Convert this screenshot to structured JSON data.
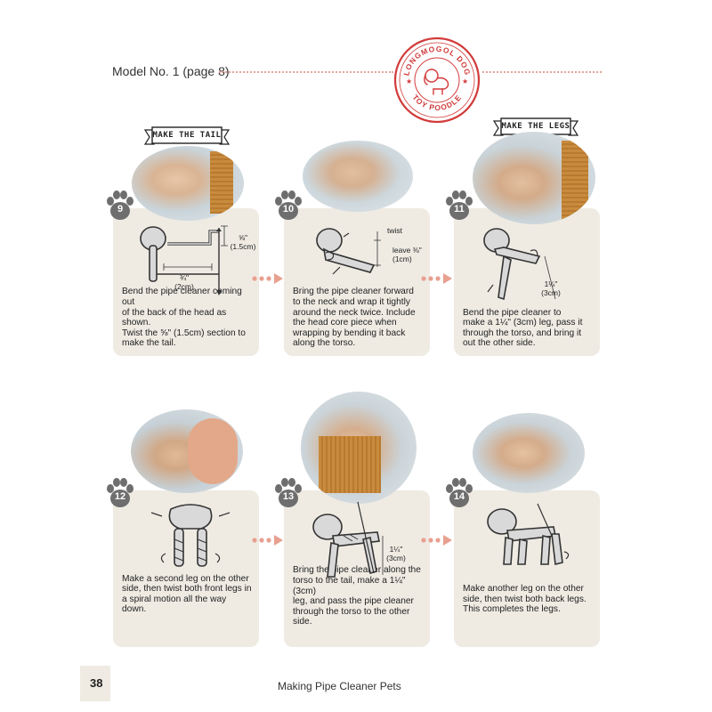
{
  "header": {
    "title": "Model No. 1 (page 8)"
  },
  "stamp": {
    "top_text": "LONGMOGOL DOG",
    "bottom_text": "TOY POODLE",
    "color": "#d23a3a"
  },
  "banners": {
    "tail": "MAKE THE TAIL",
    "legs": "MAKE THE LEGS"
  },
  "steps": [
    {
      "number": "9",
      "text": "Bend the pipe cleaner coming out\nof the back of the head as shown.\nTwist the ⅝\" (1.5cm) section to\nmake the tail.",
      "dims": {
        "a": "⅝\"\n(1.5cm)",
        "b": "¾\"\n(2cm)"
      }
    },
    {
      "number": "10",
      "text": "Bring the pipe cleaner forward\nto the neck and wrap it tightly\naround the neck twice. Include\nthe head core piece when\nwrapping by bending it back\nalong the torso.",
      "dims": {
        "a": "twist",
        "b": "leave ⅜\"\n(1cm)"
      }
    },
    {
      "number": "11",
      "text": "Bend the pipe cleaner to\nmake a 1¼\" (3cm) leg, pass it\nthrough the torso, and bring it\nout the other side.",
      "dims": {
        "a": "1¼\"\n(3cm)"
      }
    },
    {
      "number": "12",
      "text": "Make a second leg on the other\nside, then twist both front legs in\na spiral motion all the way down."
    },
    {
      "number": "13",
      "text": "Bring the pipe cleaner along the\ntorso to the tail, make a 1¼\" (3cm)\nleg, and pass the pipe cleaner\nthrough the torso to the other side.",
      "dims": {
        "a": "1¼\"\n(3cm)"
      }
    },
    {
      "number": "14",
      "text": "Make another leg on the other\nside, then twist both back legs.\nThis completes the legs."
    }
  ],
  "footer": {
    "page_number": "38",
    "title": "Making Pipe Cleaner Pets"
  },
  "colors": {
    "card": "#efebe3",
    "paw": "#6e6e6e",
    "accent": "#e8a090",
    "stamp": "#d23a3a"
  }
}
